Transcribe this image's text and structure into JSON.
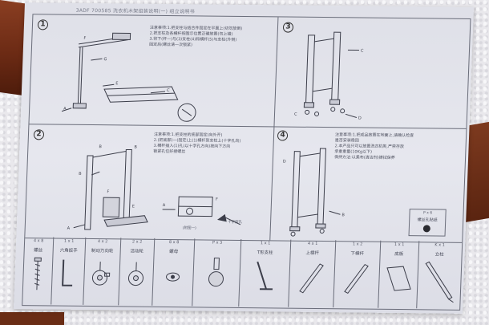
{
  "sheet_title": "3ADF 700585  洗衣机木架组装说明(一)  组立说明书",
  "steps": [
    {
      "number": "1",
      "note": "注意事项:1.把支柱与结合件固定在平面上(切勿放倒)\n2.把支柱及各横杆按图示位置正确放置(勿上错)\n3.将下(杆一)与(3)支柱(4)和横杆(5)与支柱(外侧)\n固定后(螺丝请一次锁紧)"
    },
    {
      "number": "3",
      "note": ""
    },
    {
      "number": "2",
      "note": "注意事项:1.把支柱的底部固定(向外开)\n2.(把底部)一(固定)上(1)横杆到支柱上(十字孔向)\n3.横杆插入(1)孔(以十字孔方向)按向下方向\n锁紧孔位好接螺丝",
      "label_drawing": "(附图一)",
      "label_arrow": "十字型孔"
    },
    {
      "number": "4",
      "note": "注意事项:1.把成品放置在地面上,请确认检查\n是否安装稳固\n2.本产品只可以放置洗衣机类,严禁存放\n承重重量(10Kg以下)\n保持方法:以柔布(清洁剂)擦拭保养"
    }
  ],
  "screw_hole": {
    "qty": "P x 6",
    "label": "螺丝孔贴纸"
  },
  "parts": [
    {
      "qty": "4 x 8",
      "name": "螺丝",
      "icon": "screw-icon"
    },
    {
      "qty": "1 x 1",
      "name": "六角扳手",
      "icon": "allen-key-icon"
    },
    {
      "qty": "4 x 2",
      "name": "制动万向轮",
      "icon": "brake-caster-icon"
    },
    {
      "qty": "2 x 2",
      "name": "活动轮",
      "icon": "caster-icon"
    },
    {
      "qty": "8 x 8",
      "name": "螺母",
      "icon": "nut-icon"
    },
    {
      "qty": "P x 3",
      "name": "",
      "icon": "knob-icon"
    },
    {
      "qty": "1 x 1",
      "name": "T形支柱",
      "icon": "t-post-icon"
    },
    {
      "qty": "4 x 1",
      "name": "上横杆",
      "icon": "upper-bar-icon"
    },
    {
      "qty": "1 x 2",
      "name": "下横杆",
      "icon": "lower-bar-icon"
    },
    {
      "qty": "1 x 1",
      "name": "底板",
      "icon": "base-plate-icon"
    },
    {
      "qty": "K x 1",
      "name": "立柱",
      "icon": "column-icon"
    }
  ]
}
